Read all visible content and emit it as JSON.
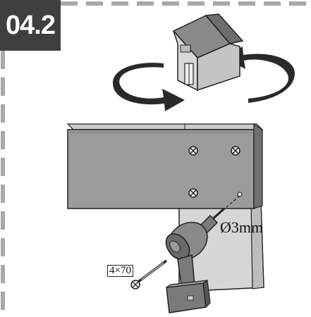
{
  "step": {
    "number": "04.2"
  },
  "annotations": {
    "drill_bit": "Ø3mm",
    "screw": "4×70"
  },
  "icons": {
    "shed": "shed-icon",
    "rotate_arrow_left": "rotate-arrow-icon",
    "rotate_arrow_right": "rotate-arrow-icon",
    "drill": "drill-icon",
    "screw": "screw-icon"
  },
  "colors": {
    "border_dash": "#a8a8a8",
    "badge": "#3f3f3f",
    "panel": "#9b9b9b",
    "panel_dark": "#6f6f6f",
    "drill_body": "#7a7a7a",
    "arrow": "#2a2a2a"
  }
}
